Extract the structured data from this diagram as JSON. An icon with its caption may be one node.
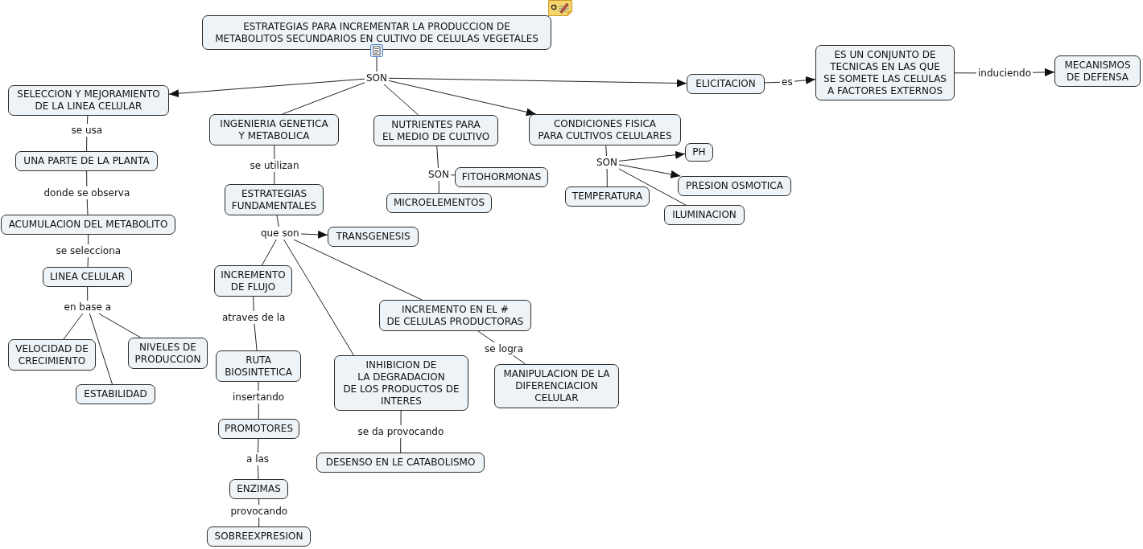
{
  "diagram": {
    "nodes": [
      {
        "text": [
          "ESTRATEGIAS PARA INCREMENTAR LA PRODUCCION DE METABOLITOS SECUNDARIOS EN CULTIVO DE CELULAS VEGETALES"
        ]
      },
      {
        "text": [
          "SON"
        ]
      },
      {
        "text": [
          "SELECCION Y MEJORAMIENTO DE LA LINEA CELULAR"
        ]
      },
      {
        "text": [
          "INGENIERIA GENETICA Y METABOLICA"
        ]
      },
      {
        "text": [
          "NUTRIENTES PARA EL MEDIO DE CULTIVO"
        ]
      },
      {
        "text": [
          "CONDICIONES FISICA PARA CULTIVOS CELULARES"
        ]
      },
      {
        "text": [
          "ELICITACION"
        ]
      },
      {
        "text": [
          "es"
        ]
      },
      {
        "text": [
          "ES UN CONJUNTO DE TECNICAS EN LAS QUE SE SOMETE LAS CELULAS A FACTORES EXTERNOS"
        ]
      },
      {
        "text": [
          "induciendo"
        ]
      },
      {
        "text": [
          "MECANISMOS DE DEFENSA"
        ]
      },
      {
        "text": [
          "se usa"
        ]
      },
      {
        "text": [
          "UNA PARTE DE LA PLANTA"
        ]
      },
      {
        "text": [
          "donde se observa"
        ]
      },
      {
        "text": [
          "ACUMULACION DEL METABOLITO"
        ]
      },
      {
        "text": [
          "se selecciona"
        ]
      },
      {
        "text": [
          "LINEA CELULAR"
        ]
      },
      {
        "text": [
          "en base a"
        ]
      },
      {
        "text": [
          "VELOCIDAD DE CRECIMIENTO"
        ]
      },
      {
        "text": [
          "NIVELES DE PRODUCCION"
        ]
      },
      {
        "text": [
          "ESTABILIDAD"
        ]
      },
      {
        "text": [
          "se utilizan"
        ]
      },
      {
        "text": [
          "ESTRATEGIAS FUNDAMENTALES"
        ]
      },
      {
        "text": [
          "que son"
        ]
      },
      {
        "text": [
          "TRANSGENESIS"
        ]
      },
      {
        "text": [
          "INCREMENTO DE FLUJO"
        ]
      },
      {
        "text": [
          "atraves de la"
        ]
      },
      {
        "text": [
          "RUTA BIOSINTETICA"
        ]
      },
      {
        "text": [
          "insertando"
        ]
      },
      {
        "text": [
          "PROMOTORES"
        ]
      },
      {
        "text": [
          "a las"
        ]
      },
      {
        "text": [
          "ENZIMAS"
        ]
      },
      {
        "text": [
          "provocando"
        ]
      },
      {
        "text": [
          "SOBREEXPRESION"
        ]
      },
      {
        "text": [
          "INCREMENTO EN EL # DE CELULAS PRODUCTORAS"
        ]
      },
      {
        "text": [
          "se logra"
        ]
      },
      {
        "text": [
          "MANIPULACION DE LA DIFERENCIACION CELULAR"
        ]
      },
      {
        "text": [
          "INHIBICION DE LA DEGRADACION DE LOS PRODUCTOS DE INTERES"
        ]
      },
      {
        "text": [
          "se da provocando"
        ]
      },
      {
        "text": [
          "DESENSO EN LE CATABOLISMO"
        ]
      },
      {
        "text": [
          "SON"
        ]
      },
      {
        "text": [
          "FITOHORMONAS"
        ]
      },
      {
        "text": [
          "MICROELEMENTOS"
        ]
      },
      {
        "text": [
          "SON"
        ]
      },
      {
        "text": [
          "PH"
        ]
      },
      {
        "text": [
          "PRESION OSMOTICA"
        ]
      },
      {
        "text": [
          "TEMPERATURA"
        ]
      },
      {
        "text": [
          "ILUMINACION"
        ]
      }
    ],
    "edges": [
      {
        "from": 0,
        "to": 1,
        "arrow": "none"
      },
      {
        "from": 1,
        "to": 2,
        "arrow": "to"
      },
      {
        "from": 1,
        "to": 3,
        "arrow": "none"
      },
      {
        "from": 1,
        "to": 4,
        "arrow": "none"
      },
      {
        "from": 1,
        "to": 5,
        "arrow": "to"
      },
      {
        "from": 1,
        "to": 6,
        "arrow": "to"
      },
      {
        "from": 6,
        "to": 7,
        "arrow": "none"
      },
      {
        "from": 7,
        "to": 8,
        "arrow": "to"
      },
      {
        "from": 8,
        "to": 9,
        "arrow": "none"
      },
      {
        "from": 9,
        "to": 10,
        "arrow": "to"
      },
      {
        "from": 2,
        "to": 11,
        "arrow": "none"
      },
      {
        "from": 11,
        "to": 12,
        "arrow": "none"
      },
      {
        "from": 12,
        "to": 13,
        "arrow": "none"
      },
      {
        "from": 13,
        "to": 14,
        "arrow": "none"
      },
      {
        "from": 14,
        "to": 15,
        "arrow": "none"
      },
      {
        "from": 15,
        "to": 16,
        "arrow": "none"
      },
      {
        "from": 16,
        "to": 17,
        "arrow": "none"
      },
      {
        "from": 17,
        "to": 18,
        "arrow": "none"
      },
      {
        "from": 17,
        "to": 20,
        "arrow": "none"
      },
      {
        "from": 17,
        "to": 19,
        "arrow": "none"
      },
      {
        "from": 3,
        "to": 21,
        "arrow": "none"
      },
      {
        "from": 21,
        "to": 22,
        "arrow": "none"
      },
      {
        "from": 22,
        "to": 23,
        "arrow": "none"
      },
      {
        "from": 23,
        "to": 24,
        "arrow": "to"
      },
      {
        "from": 23,
        "to": 25,
        "arrow": "none"
      },
      {
        "from": 23,
        "to": 37,
        "arrow": "none"
      },
      {
        "from": 23,
        "to": 34,
        "arrow": "none"
      },
      {
        "from": 25,
        "to": 26,
        "arrow": "none"
      },
      {
        "from": 26,
        "to": 27,
        "arrow": "none"
      },
      {
        "from": 27,
        "to": 28,
        "arrow": "none"
      },
      {
        "from": 28,
        "to": 29,
        "arrow": "none"
      },
      {
        "from": 29,
        "to": 30,
        "arrow": "none"
      },
      {
        "from": 30,
        "to": 31,
        "arrow": "none"
      },
      {
        "from": 31,
        "to": 32,
        "arrow": "none"
      },
      {
        "from": 32,
        "to": 33,
        "arrow": "none"
      },
      {
        "from": 34,
        "to": 35,
        "arrow": "none"
      },
      {
        "from": 35,
        "to": 36,
        "arrow": "none"
      },
      {
        "from": 37,
        "to": 38,
        "arrow": "none"
      },
      {
        "from": 38,
        "to": 39,
        "arrow": "none"
      },
      {
        "from": 4,
        "to": 40,
        "arrow": "none"
      },
      {
        "from": 40,
        "to": 41,
        "arrow": "none"
      },
      {
        "from": 40,
        "to": 42,
        "arrow": "none"
      },
      {
        "from": 5,
        "to": 43,
        "arrow": "none"
      },
      {
        "from": 43,
        "to": 44,
        "arrow": "to"
      },
      {
        "from": 43,
        "to": 45,
        "arrow": "to"
      },
      {
        "from": 43,
        "to": 46,
        "arrow": "none"
      },
      {
        "from": 43,
        "to": 47,
        "arrow": "none"
      }
    ]
  }
}
